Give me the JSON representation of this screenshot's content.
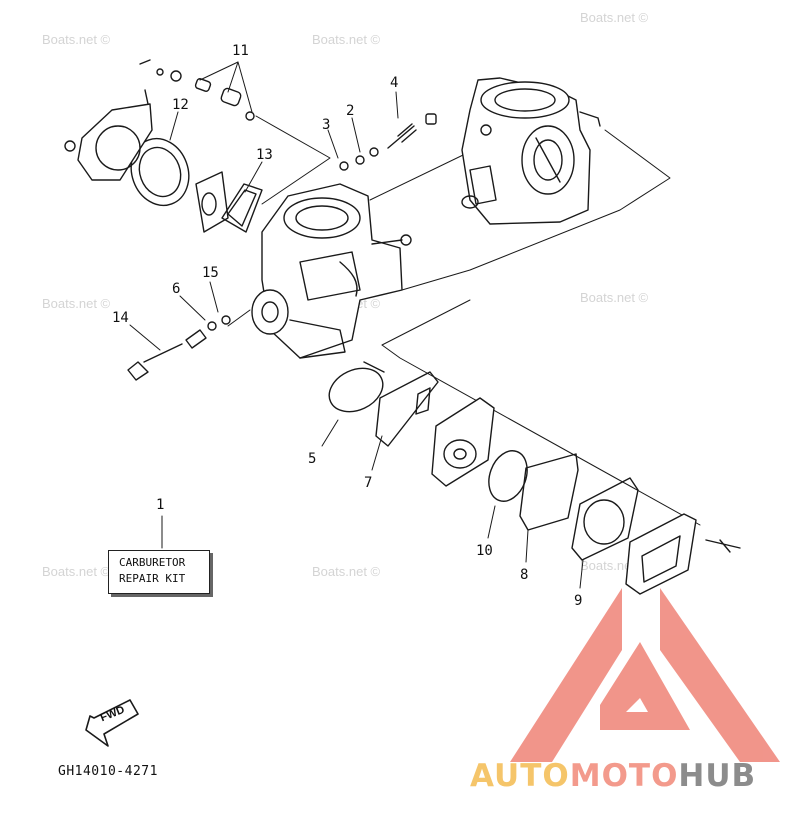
{
  "watermark": "Boats.net ©",
  "callouts": [
    {
      "id": "1",
      "label": "1"
    },
    {
      "id": "2",
      "label": "2"
    },
    {
      "id": "3",
      "label": "3"
    },
    {
      "id": "4",
      "label": "4"
    },
    {
      "id": "5",
      "label": "5"
    },
    {
      "id": "6",
      "label": "6"
    },
    {
      "id": "7",
      "label": "7"
    },
    {
      "id": "8",
      "label": "8"
    },
    {
      "id": "9",
      "label": "9"
    },
    {
      "id": "10",
      "label": "10"
    },
    {
      "id": "11",
      "label": "11"
    },
    {
      "id": "12",
      "label": "12"
    },
    {
      "id": "13",
      "label": "13"
    },
    {
      "id": "14",
      "label": "14"
    },
    {
      "id": "15",
      "label": "15"
    }
  ],
  "kit_box": {
    "line1": "CARBURETOR",
    "line2": "REPAIR KIT"
  },
  "fwd_label": "FWD",
  "part_code": "GH14010-4271",
  "logo": {
    "part1": "AUTO",
    "part2": "MOTO",
    "part3": "HUB",
    "triangle_color": "#f08a7e",
    "color_auto": "#f5c56a",
    "color_moto": "#f39a8c",
    "color_hub": "#8c8c8c"
  }
}
